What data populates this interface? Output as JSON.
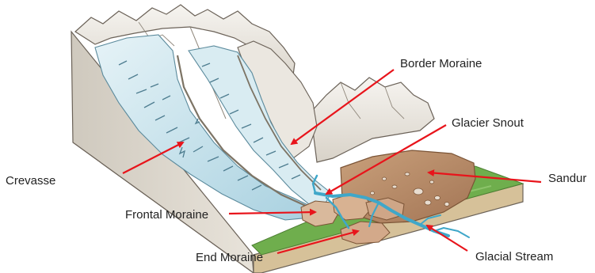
{
  "labels": {
    "border_moraine": "Border Moraine",
    "glacier_snout": "Glacier Snout",
    "sandur": "Sandur",
    "crevasse": "Crevasse",
    "frontal_moraine": "Frontal Moraine",
    "end_moraine": "End Moraine",
    "glacial_stream": "Glacial Stream"
  },
  "colors": {
    "arrow": "#e8141b",
    "ice": "#cfe6ee",
    "ice_dark": "#9fc7d6",
    "rock": "#efece7",
    "rock_shadow": "#c9c3ba",
    "sandur": "#b98d68",
    "sandur_dark": "#8e6345",
    "grass": "#6fae4d",
    "water": "#3fa7c9",
    "soil": "#d9c8a4",
    "crevasse": "#4e7d90",
    "label_text": "#222222"
  }
}
